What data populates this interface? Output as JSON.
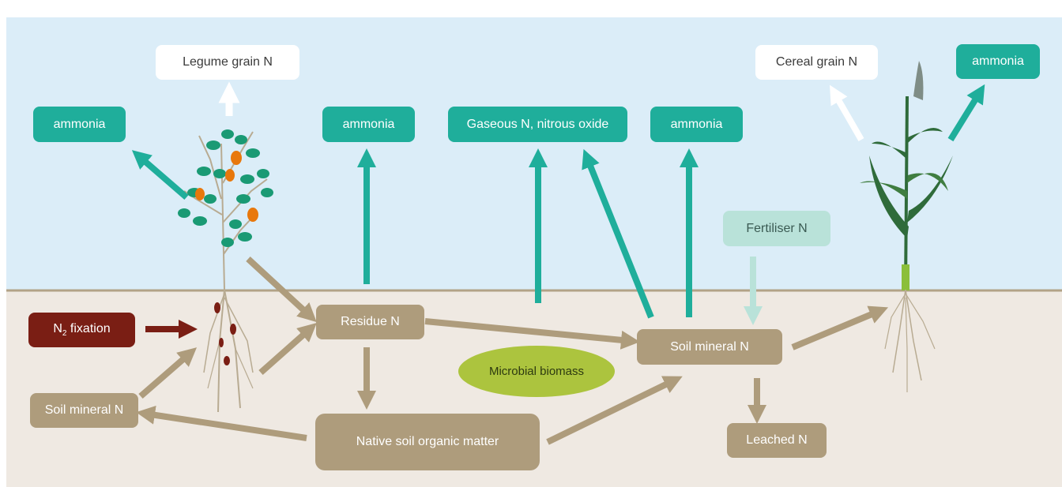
{
  "labels": {
    "legume_grain": "Legume grain N",
    "cereal_grain": "Cereal grain N",
    "ammonia_right": "ammonia",
    "ammonia_left": "ammonia",
    "ammonia_center": "ammonia",
    "gaseous": "Gaseous N, nitrous oxide",
    "ammonia_soil": "ammonia",
    "fertiliser": "Fertiliser N",
    "n2_symbol": "N",
    "n2_sub": "2",
    "n2_rest": " fixation",
    "residue": "Residue N",
    "soil_mineral_right": "Soil mineral N",
    "microbial": "Microbial biomass",
    "soil_mineral_left": "Soil mineral N",
    "native_som": "Native soil organic matter",
    "leached": "Leached N"
  },
  "colors": {
    "sky": "#dbedf8",
    "soil": "#efe9e2",
    "ground_line": "#b2a387",
    "teal": "#1fae9b",
    "tan": "#ae9c7c",
    "light_teal": "#b9e2d9",
    "dark_red": "#7a1e14",
    "microbial_green": "#acc43e",
    "leaf_green": "#1a9a74",
    "pod_orange": "#e8780c",
    "cereal_green": "#2f6b3a"
  }
}
